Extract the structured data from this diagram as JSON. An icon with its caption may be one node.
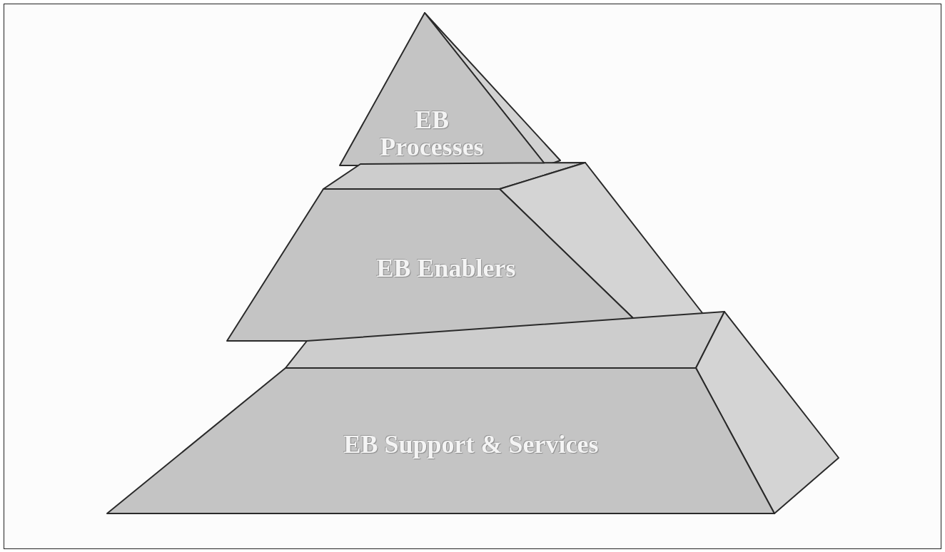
{
  "diagram": {
    "nodes": [
      {
        "text": [
          "EB Processes"
        ]
      },
      {
        "text": [
          "EB Enablers"
        ]
      },
      {
        "text": [
          "EB Support & Services"
        ]
      }
    ]
  }
}
